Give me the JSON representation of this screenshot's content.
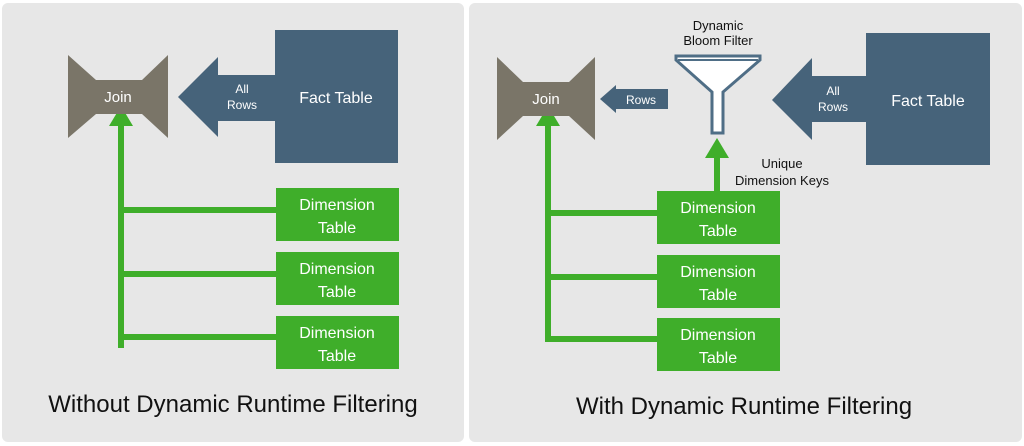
{
  "left": {
    "caption": "Without Dynamic Runtime Filtering",
    "join_label": "Join",
    "arrow_label": [
      "All",
      "Rows"
    ],
    "fact_label": "Fact Table",
    "dimensions": [
      {
        "line1": "Dimension",
        "line2": "Table"
      },
      {
        "line1": "Dimension",
        "line2": "Table"
      },
      {
        "line1": "Dimension",
        "line2": "Table"
      }
    ]
  },
  "right": {
    "caption": "With Dynamic Runtime Filtering",
    "join_label": "Join",
    "rows_label": "Rows",
    "filter_label": [
      "Dynamic",
      "Bloom Filter"
    ],
    "arrow_label": [
      "All",
      "Rows"
    ],
    "fact_label": "Fact Table",
    "keys_label": [
      "Unique",
      "Dimension Keys"
    ],
    "dimensions": [
      {
        "line1": "Dimension",
        "line2": "Table"
      },
      {
        "line1": "Dimension",
        "line2": "Table"
      },
      {
        "line1": "Dimension",
        "line2": "Table"
      }
    ]
  },
  "colors": {
    "panel": "#e7e7e7",
    "join": "#7a7568",
    "fact": "#46637a",
    "dimension": "#3fae2a",
    "filter_stroke": "#4f6e86"
  }
}
